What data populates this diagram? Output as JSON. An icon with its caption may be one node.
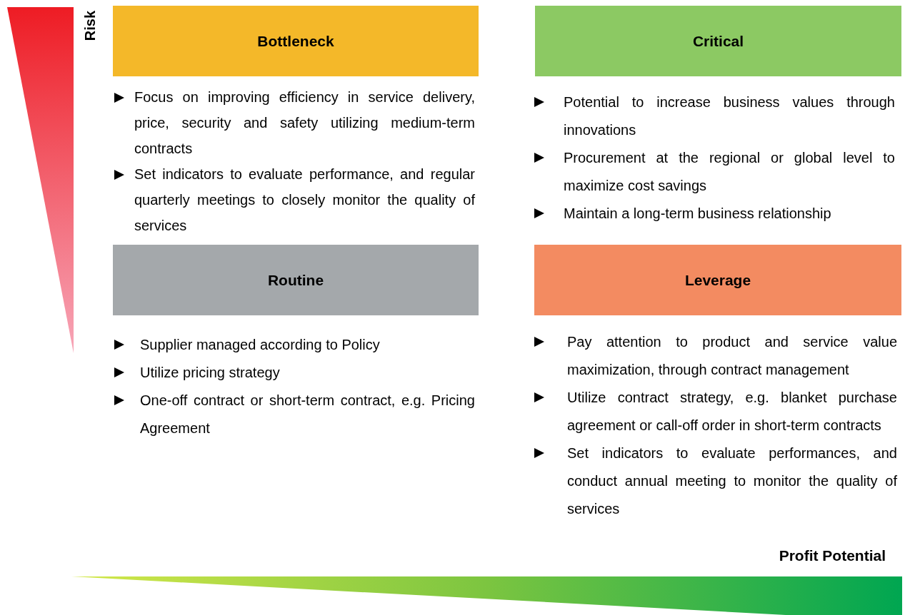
{
  "diagram": {
    "nodes": [
      {
        "text": [
          "Bottleneck"
        ],
        "beside": [
          "Focus on improving efficiency in service delivery, price, security and safety utilizing medium-term contracts",
          "Set indicators to evaluate performance, and regular quarterly meetings to closely monitor the quality of services"
        ]
      },
      {
        "text": [
          "Critical"
        ],
        "beside": [
          "Potential to increase business values through innovations",
          "Procurement at the regional or global level to maximize cost savings",
          "Maintain a long-term business relationship"
        ]
      },
      {
        "text": [
          "Routine"
        ],
        "beside": [
          "Supplier managed according to Policy",
          "Utilize pricing strategy",
          "One-off contract or short-term contract, e.g. Pricing Agreement"
        ]
      },
      {
        "text": [
          "Leverage"
        ],
        "beside": [
          "Pay attention to product and service value maximization, through contract management",
          "Utilize contract strategy, e.g. blanket purchase agreement or call-off order in short-term contracts",
          "Set indicators to evaluate performances, and conduct annual meeting to monitor the quality of services"
        ]
      },
      {
        "text": [],
        "shape": "triangle"
      },
      {
        "text": [],
        "shape": "triangle"
      }
    ],
    "labels": [
      "Risk",
      "Profit Potential"
    ]
  }
}
